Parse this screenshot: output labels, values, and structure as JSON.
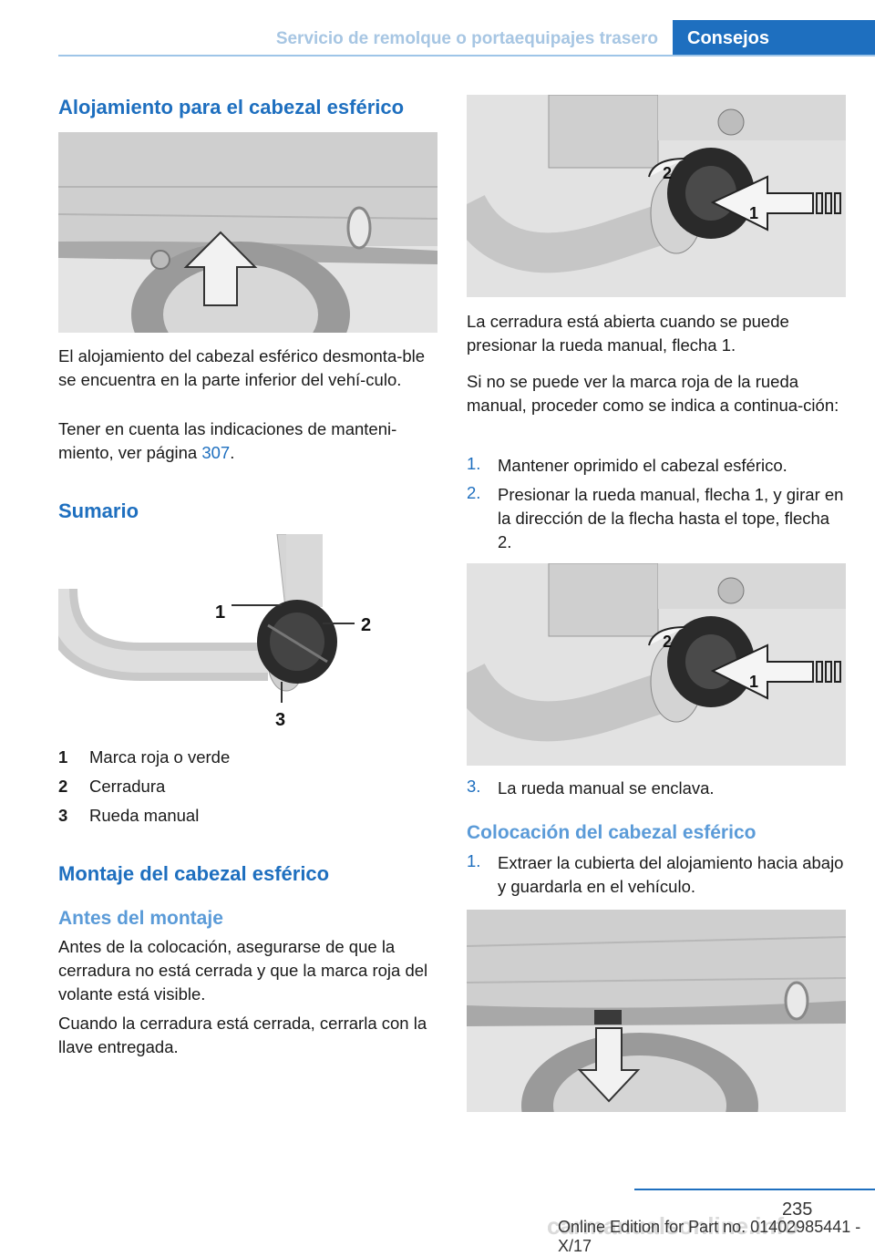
{
  "header": {
    "section": "Servicio de remolque o portaequipajes trasero",
    "tab": "Consejos"
  },
  "left": {
    "h_housing": "Alojamiento para el cabezal esférico",
    "p_housing_1": "El alojamiento del cabezal esférico desmonta‐ble se encuentra en la parte inferior del vehí‐culo.",
    "p_housing_2_pre": "Tener en cuenta las indicaciones de manteni‐miento, ver página ",
    "p_housing_2_link": "307",
    "p_housing_2_post": ".",
    "h_summary": "Sumario",
    "legend": [
      {
        "num": "1",
        "text": "Marca roja o verde"
      },
      {
        "num": "2",
        "text": "Cerradura"
      },
      {
        "num": "3",
        "text": "Rueda manual"
      }
    ],
    "h_mounting": "Montaje del cabezal esférico",
    "h_before": "Antes del montaje",
    "p_before_1": "Antes de la colocación, asegurarse de que la cerradura no está cerrada y que la marca roja del volante está visible.",
    "p_before_2": "Cuando la cerradura está cerrada, cerrarla con la llave entregada."
  },
  "right": {
    "p_open": "La cerradura está abierta cuando se puede presionar la rueda manual, flecha 1.",
    "p_if": "Si no se puede ver la marca roja de la rueda manual, proceder como se indica a continua‐ción:",
    "steps_a": [
      {
        "num": "1.",
        "text": "Mantener oprimido el cabezal esférico."
      },
      {
        "num": "2.",
        "text": "Presionar la rueda manual, flecha 1, y girar en la dirección de la flecha hasta el tope, flecha 2."
      }
    ],
    "step_a3": {
      "num": "3.",
      "text": "La rueda manual se enclava."
    },
    "h_placing": "Colocación del cabezal esférico",
    "step_b1": {
      "num": "1.",
      "text": "Extraer la cubierta del alojamiento hacia abajo y guardarla en el vehículo."
    }
  },
  "figure_labels": {
    "one": "1",
    "two": "2",
    "three": "3"
  },
  "footer": {
    "page": "235",
    "edition": "Online Edition for Part no. 01402985441 - X/17",
    "watermark": "carmanualsonline.info"
  }
}
